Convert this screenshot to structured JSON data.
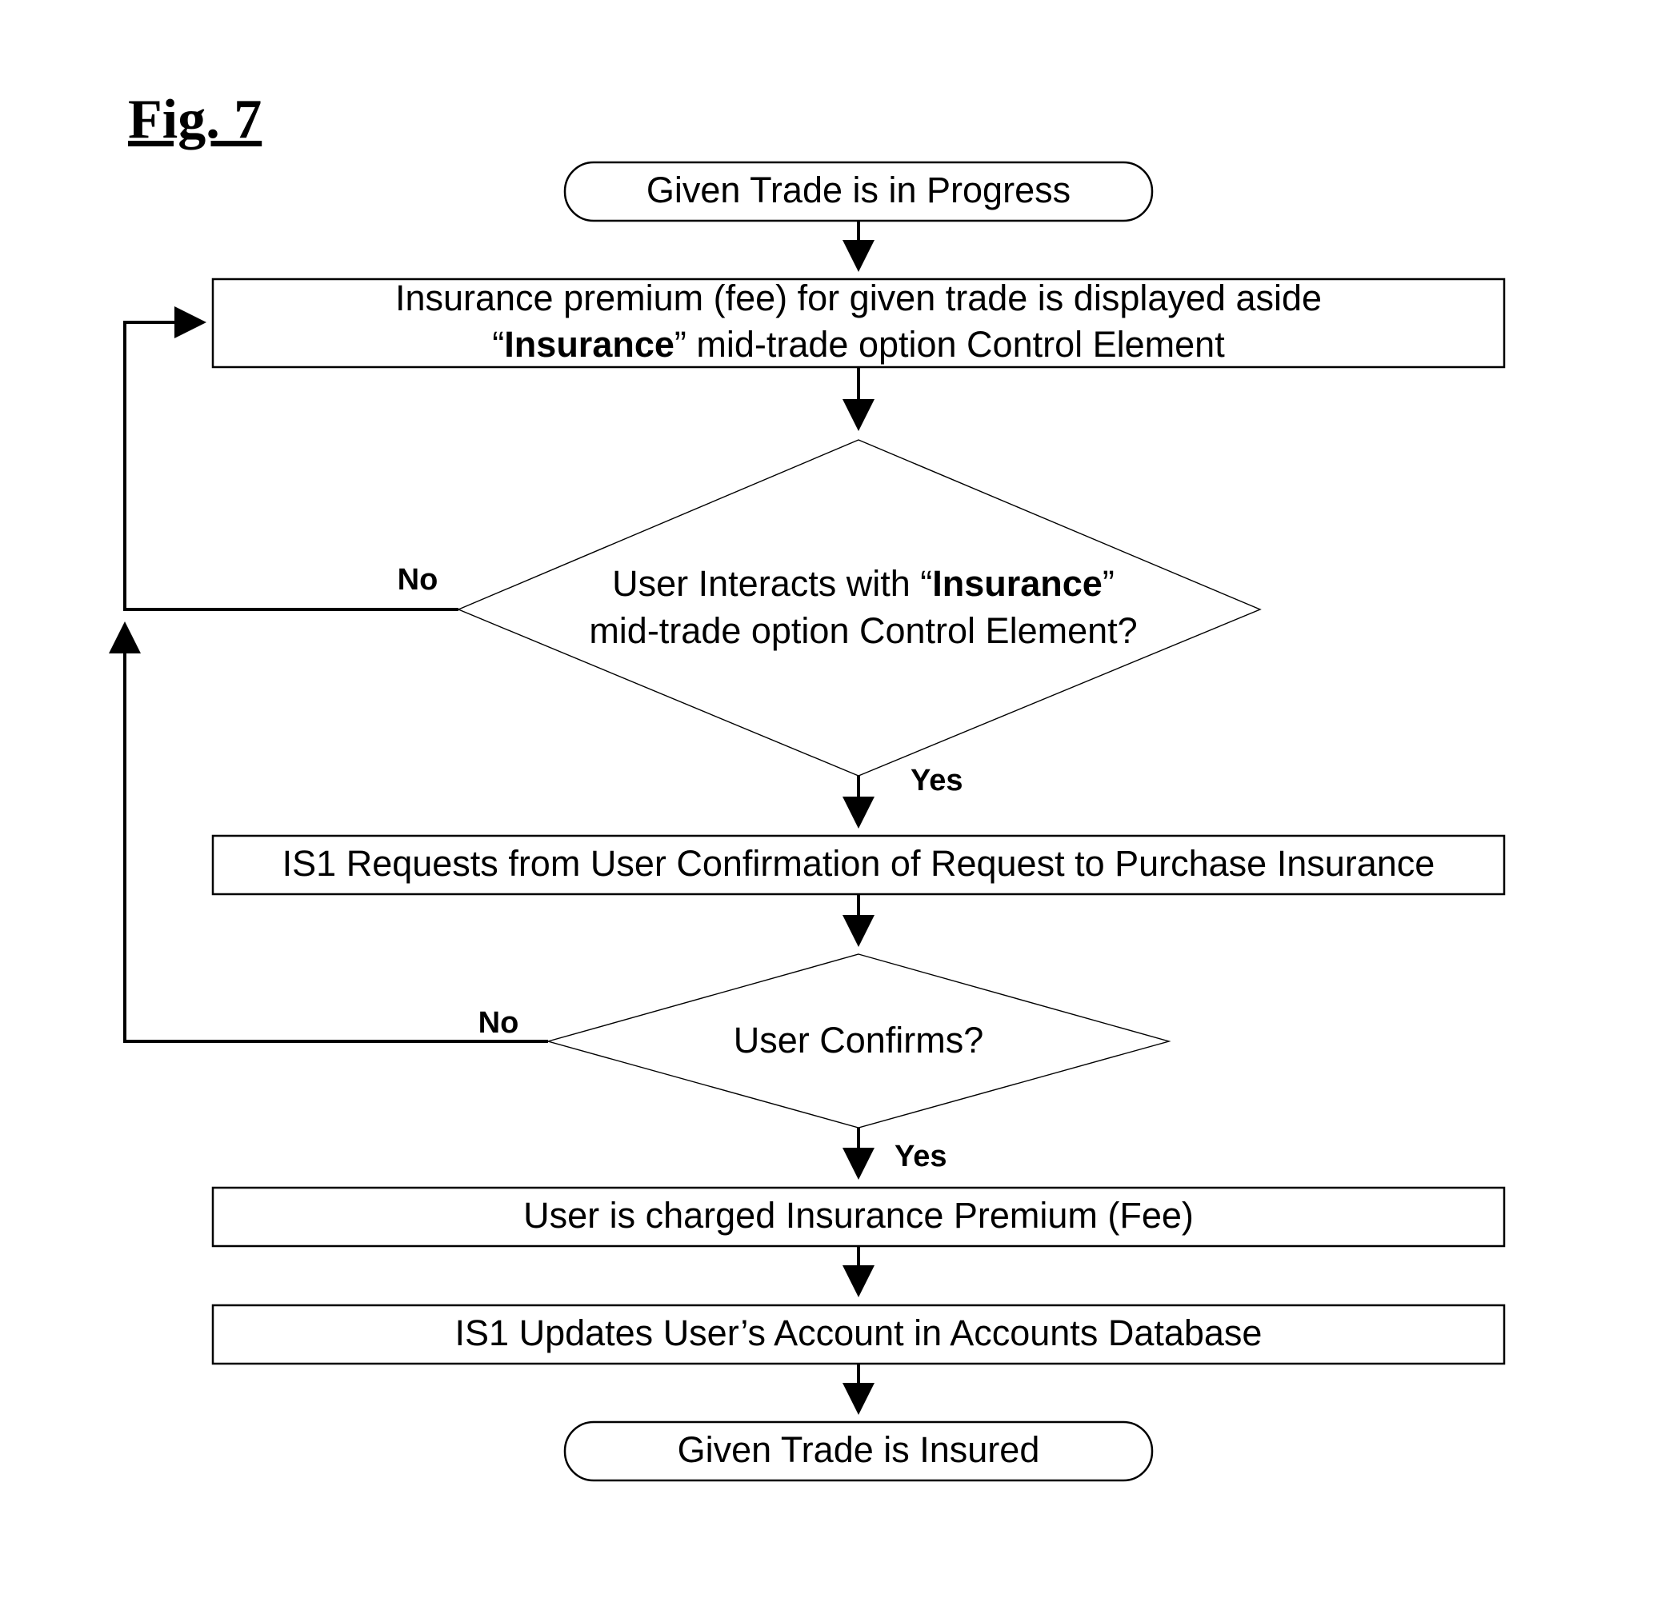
{
  "figure_label": "Fig. 7",
  "nodes": {
    "start": {
      "text": "Given Trade is in Progress"
    },
    "premium_display": {
      "line1": "Insurance premium (fee) for given trade is displayed aside",
      "line2_open_quote": "“",
      "line2_bold": "Insurance",
      "line2_rest": "” mid-trade option Control Element"
    },
    "decision_interact": {
      "line1_prefix": "User Interacts with “",
      "line1_bold": "Insurance",
      "line1_suffix": "”",
      "line2": "mid-trade option Control Element?"
    },
    "request_confirmation": {
      "text": "IS1 Requests from User Confirmation of Request to Purchase Insurance"
    },
    "decision_confirm": {
      "text": "User Confirms?"
    },
    "charge": {
      "text": "User is charged Insurance Premium (Fee)"
    },
    "update_account": {
      "text": "IS1 Updates User’s Account in Accounts Database"
    },
    "end": {
      "text": "Given Trade is Insured"
    }
  },
  "branch_labels": {
    "interact_no": "No",
    "interact_yes": "Yes",
    "confirm_no": "No",
    "confirm_yes": "Yes"
  }
}
